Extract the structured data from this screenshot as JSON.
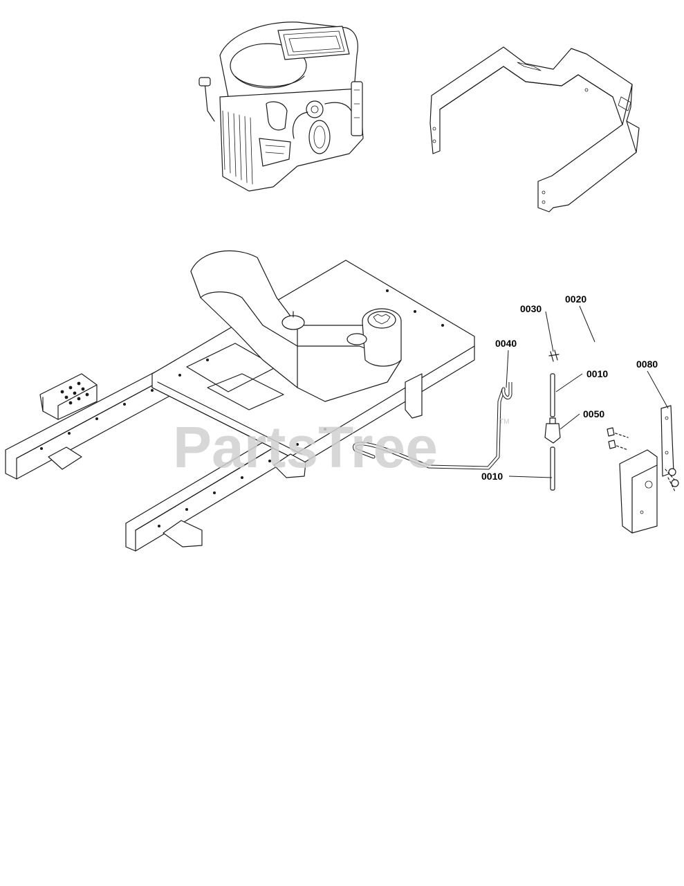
{
  "watermark": {
    "text": "PartsTree",
    "tm": "TM"
  },
  "callouts": [
    {
      "id": "c0030",
      "label": "0030"
    },
    {
      "id": "c0020",
      "label": "0020"
    },
    {
      "id": "c0040",
      "label": "0040"
    },
    {
      "id": "c0010a",
      "label": "0010"
    },
    {
      "id": "c0050",
      "label": "0050"
    },
    {
      "id": "c0010b",
      "label": "0010"
    },
    {
      "id": "c0080",
      "label": "0080"
    }
  ]
}
